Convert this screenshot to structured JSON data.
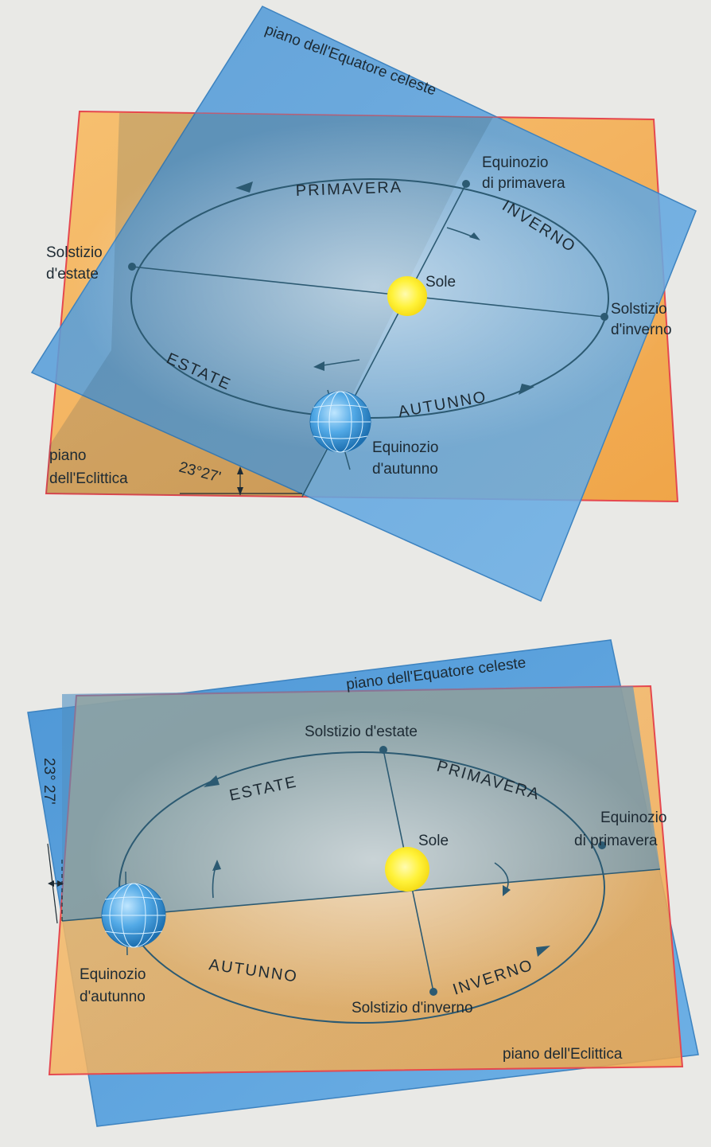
{
  "top": {
    "equator_plane": "piano dell'Equatore celeste",
    "ecliptic_plane_line1": "piano",
    "ecliptic_plane_line2": "dell'Eclittica",
    "angle": "23°27'",
    "sun": "Sole",
    "equinox_spring_1": "Equinozio",
    "equinox_spring_2": "di primavera",
    "equinox_autumn_1": "Equinozio",
    "equinox_autumn_2": "d'autunno",
    "solstice_summer_1": "Solstizio",
    "solstice_summer_2": "d'estate",
    "solstice_winter_1": "Solstizio",
    "solstice_winter_2": "d'inverno",
    "seasons": {
      "spring": "PRIMAVERA",
      "winter": "INVERNO",
      "summer": "ESTATE",
      "autumn": "AUTUNNO"
    }
  },
  "bottom": {
    "equator_plane": "piano dell'Equatore celeste",
    "ecliptic_plane": "piano dell'Eclittica",
    "angle": "23° 27'",
    "sun": "Sole",
    "solstice_summer": "Solstizio d'estate",
    "solstice_winter": "Solstizio d'inverno",
    "equinox_spring_1": "Equinozio",
    "equinox_spring_2": "di primavera",
    "equinox_autumn_1": "Equinozio",
    "equinox_autumn_2": "d'autunno",
    "seasons": {
      "summer": "ESTATE",
      "spring": "PRIMAVERA",
      "autumn": "AUTUNNO",
      "winter": "INVERNO"
    }
  },
  "colors": {
    "ecliptic_plane": "#f2ad4e",
    "ecliptic_border": "#e5484f",
    "equator_plane": "#5aa2dc",
    "orbit": "#2c5a72",
    "sun": "#fff23a",
    "earth": "#3c9ad8"
  }
}
